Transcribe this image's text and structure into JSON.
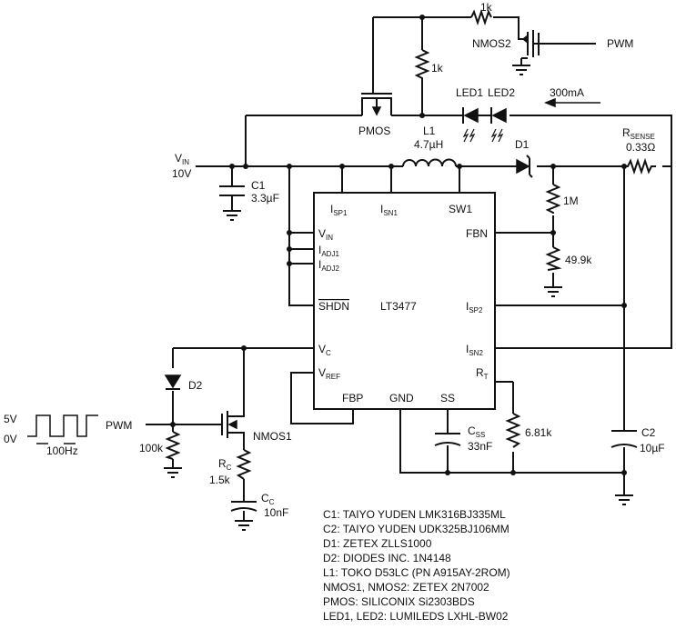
{
  "labels": {
    "r_top": "1k",
    "nmos2": "NMOS2",
    "pwm_top": "PWM",
    "r_mid": "1k",
    "led1": "LED1",
    "led2": "LED2",
    "current": "300mA",
    "pmos": "PMOS",
    "l1": "L1",
    "l1_val": "4.7µH",
    "d1": "D1",
    "rsense_main": "R",
    "rsense_sub": "SENSE",
    "rsense_val": "0.33Ω",
    "vin_main": "V",
    "vin_sub": "IN",
    "vin_val": "10V",
    "c1": "C1",
    "c1_val": "3.3µF",
    "r_1m": "1M",
    "r_49k": "49.9k",
    "d2": "D2",
    "vsig_hi": "5V",
    "vsig_lo": "0V",
    "freq": "100Hz",
    "pwm_left": "PWM",
    "r_100k": "100k",
    "nmos1": "NMOS1",
    "rc_main": "R",
    "rc_sub": "C",
    "rc_val": "1.5k",
    "cc_main": "C",
    "cc_sub": "C",
    "cc_val": "10nF",
    "css_main": "C",
    "css_sub": "SS",
    "css_val": "33nF",
    "r_681k": "6.81k",
    "c2": "C2",
    "c2_val": "10µF"
  },
  "chip": {
    "name": "LT3477",
    "isp1": "I",
    "isp1_sub": "SP1",
    "isn1": "I",
    "isn1_sub": "SN1",
    "sw1": "SW1",
    "vin": "V",
    "vin_sub": "IN",
    "iadj1": "I",
    "iadj1_sub": "ADJ1",
    "iadj2": "I",
    "iadj2_sub": "ADJ2",
    "shdn": "SHDN",
    "vc": "V",
    "vc_sub": "C",
    "vref": "V",
    "vref_sub": "REF",
    "fbp": "FBP",
    "gnd": "GND",
    "ss": "SS",
    "fbn": "FBN",
    "isp2": "I",
    "isp2_sub": "SP2",
    "isn2": "I",
    "isn2_sub": "SN2",
    "rt": "R",
    "rt_sub": "T"
  },
  "bom": [
    "C1: TAIYO YUDEN LMK316BJ335ML",
    "C2: TAIYO YUDEN UDK325BJ106MM",
    "D1: ZETEX ZLLS1000",
    "D2: DIODES INC. 1N4148",
    "L1: TOKO D53LC (PN A915AY-2ROM)",
    "NMOS1, NMOS2: ZETEX 2N7002",
    "PMOS: SILICONIX Si2303BDS",
    "LED1, LED2: LUMILEDS LXHL-BW02"
  ]
}
